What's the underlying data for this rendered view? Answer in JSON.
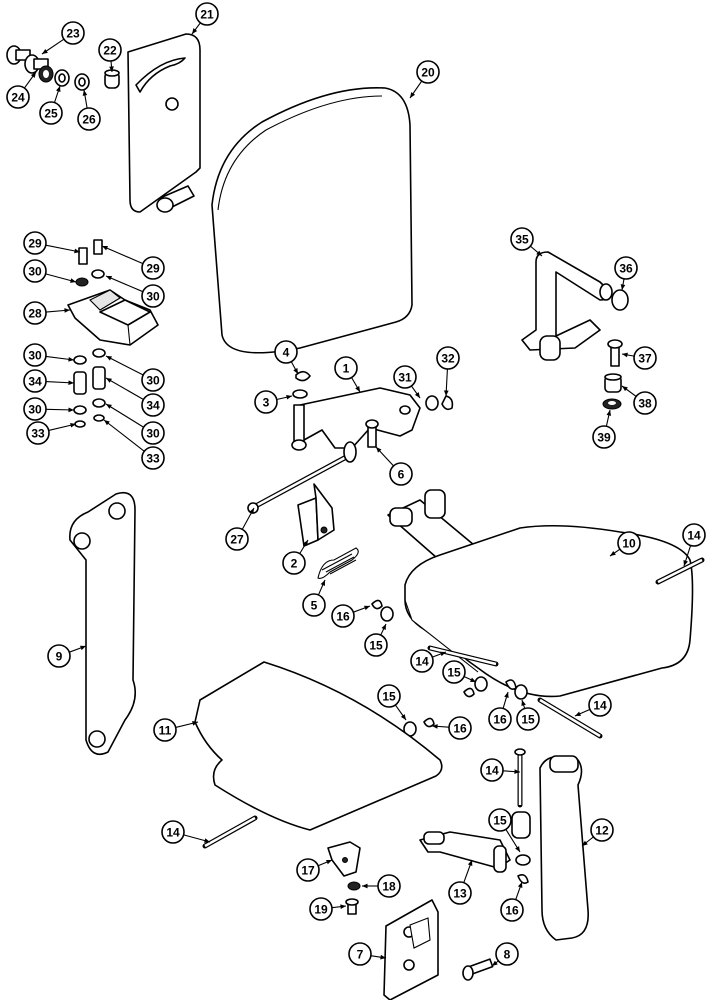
{
  "callouts": [
    {
      "n": "1"
    },
    {
      "n": "2"
    },
    {
      "n": "3"
    },
    {
      "n": "4"
    },
    {
      "n": "5"
    },
    {
      "n": "6"
    },
    {
      "n": "7"
    },
    {
      "n": "8"
    },
    {
      "n": "9"
    },
    {
      "n": "10"
    },
    {
      "n": "11"
    },
    {
      "n": "12"
    },
    {
      "n": "13"
    },
    {
      "n": "14"
    },
    {
      "n": "14"
    },
    {
      "n": "14"
    },
    {
      "n": "14"
    },
    {
      "n": "14"
    },
    {
      "n": "15"
    },
    {
      "n": "15"
    },
    {
      "n": "15"
    },
    {
      "n": "15"
    },
    {
      "n": "15"
    },
    {
      "n": "16"
    },
    {
      "n": "16"
    },
    {
      "n": "16"
    },
    {
      "n": "16"
    },
    {
      "n": "17"
    },
    {
      "n": "18"
    },
    {
      "n": "19"
    },
    {
      "n": "20"
    },
    {
      "n": "21"
    },
    {
      "n": "22"
    },
    {
      "n": "23"
    },
    {
      "n": "24"
    },
    {
      "n": "25"
    },
    {
      "n": "26"
    },
    {
      "n": "27"
    },
    {
      "n": "28"
    },
    {
      "n": "29"
    },
    {
      "n": "29"
    },
    {
      "n": "30"
    },
    {
      "n": "30"
    },
    {
      "n": "30"
    },
    {
      "n": "30"
    },
    {
      "n": "30"
    },
    {
      "n": "30"
    },
    {
      "n": "31"
    },
    {
      "n": "32"
    },
    {
      "n": "33"
    },
    {
      "n": "33"
    },
    {
      "n": "34"
    },
    {
      "n": "34"
    },
    {
      "n": "35"
    },
    {
      "n": "36"
    },
    {
      "n": "37"
    },
    {
      "n": "38"
    },
    {
      "n": "39"
    }
  ]
}
